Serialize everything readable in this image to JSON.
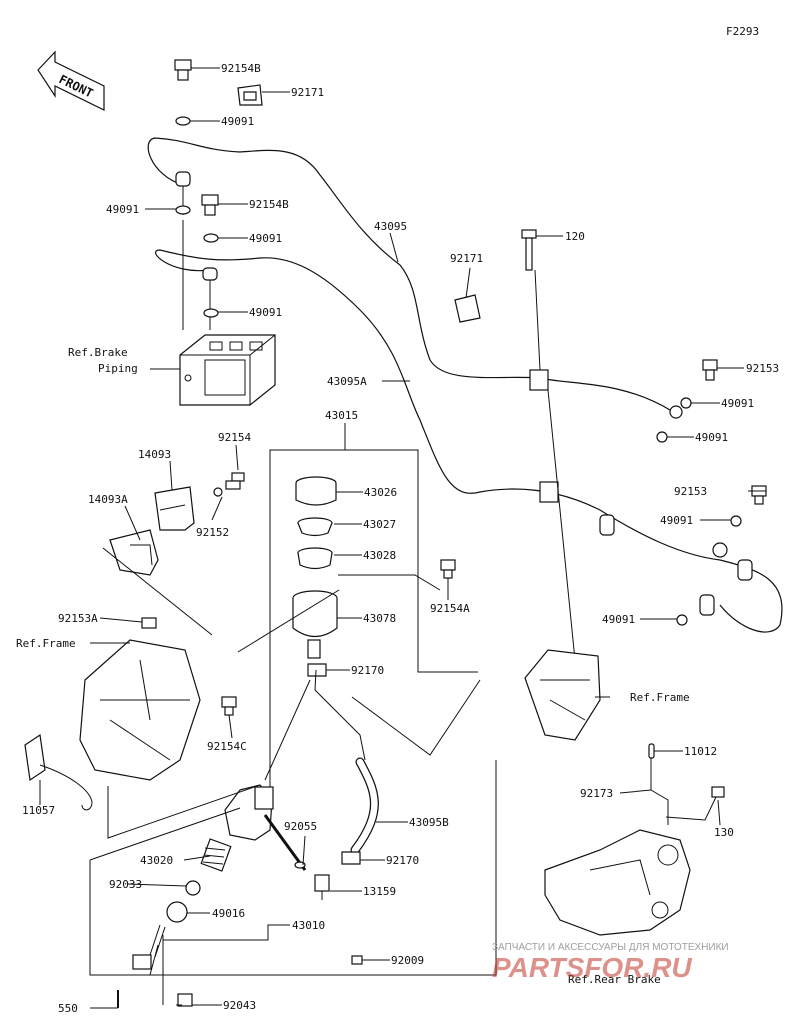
{
  "figure_id": "F2293",
  "front_label": "FRONT",
  "labels": {
    "l_92154B_top": "92154B",
    "l_92171_top": "92171",
    "l_49091_a": "49091",
    "l_49091_b": "49091",
    "l_92154B_mid": "92154B",
    "l_49091_c": "49091",
    "l_49091_d": "49091",
    "l_43095": "43095",
    "l_120": "120",
    "l_92171_mid": "92171",
    "l_92153_a": "92153",
    "l_43095A": "43095A",
    "l_49091_e": "49091",
    "l_49091_f": "49091",
    "l_43015": "43015",
    "l_92154": "92154",
    "l_14093": "14093",
    "l_43026": "43026",
    "l_92153_b": "92153",
    "l_43027": "43027",
    "l_14093A": "14093A",
    "l_92152": "92152",
    "l_49091_g": "49091",
    "l_43028": "43028",
    "l_92154A": "92154A",
    "l_49091_h": "49091",
    "l_92153A": "92153A",
    "l_43078": "43078",
    "l_92170_a": "92170",
    "l_92154C": "92154C",
    "l_11012": "11012",
    "l_11057": "11057",
    "l_92173": "92173",
    "l_92055": "92055",
    "l_43095B": "43095B",
    "l_130": "130",
    "l_43020": "43020",
    "l_92170_b": "92170",
    "l_92033": "92033",
    "l_13159": "13159",
    "l_49016": "49016",
    "l_43010": "43010",
    "l_92009": "92009",
    "l_550": "550",
    "l_92043": "92043"
  },
  "refs": {
    "brake_piping_line1": "Ref.Brake",
    "brake_piping_line2": "Piping",
    "frame_left": "Ref.Frame",
    "frame_right": "Ref.Frame",
    "rear_brake": "Ref.Rear Brake"
  },
  "watermark": {
    "top": "ЗАПЧАСТИ И АКСЕССУАРЫ ДЛЯ МОТОТЕХНИКИ",
    "brand": "PARTSFOR.RU"
  },
  "colors": {
    "watermark": "#c0392b",
    "ink": "#111111"
  }
}
